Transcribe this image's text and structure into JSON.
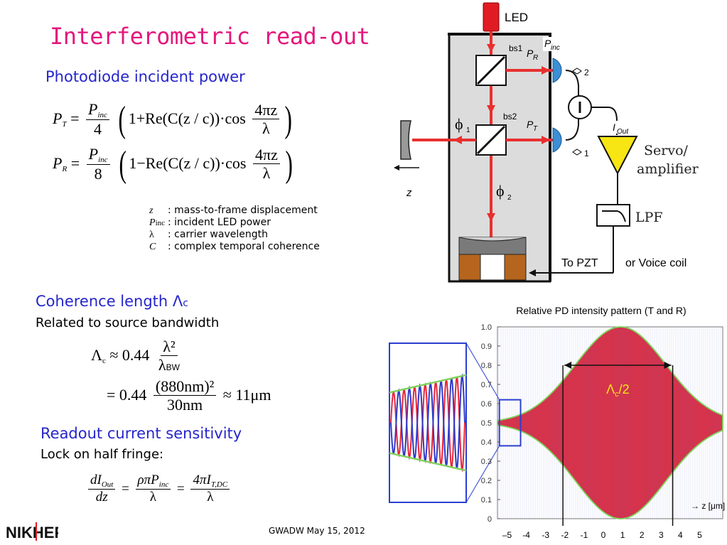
{
  "slide": {
    "title": "Interferometric read-out",
    "section1": "Photodiode incident power",
    "section2_heading": "Coherence length Λ",
    "section2_heading_sub": "c",
    "section2_text": "Related to source bandwidth",
    "section3_heading": "Readout current sensitivity",
    "section3_text": "Lock on half fringe:",
    "footer": "GWADW May 15, 2012",
    "logo": "NIKHEF"
  },
  "definitions": [
    {
      "symbol": "z",
      "text": ": mass-to-frame displacement"
    },
    {
      "symbol": "P",
      "sub": "inc",
      "text": ": incident LED power"
    },
    {
      "symbol": "λ",
      "text": ": carrier wavelength"
    },
    {
      "symbol": "C",
      "text": ": complex temporal coherence"
    }
  ],
  "equations": {
    "pt_lhs": "P",
    "pt_sub": "T",
    "pt_denom": "4",
    "pr_lhs": "P",
    "pr_sub": "R",
    "pr_denom": "8",
    "pinc": "P",
    "pinc_sub": "inc",
    "pt_inner": "1+Re(C(z / c))·cos",
    "pr_inner": "1−Re(C(z / c))·cos",
    "cos_num": "4πz",
    "cos_den": "λ",
    "lc_lhs": "Λ",
    "lc_lhs_sub": "c",
    "lc_coef": "≈ 0.44",
    "lc_num": "λ²",
    "lc_den": "λ",
    "lc_den_sub": "BW",
    "lc2_coef": "= 0.44",
    "lc2_num": "(880nm)²",
    "lc2_den": "30nm",
    "lc2_result": "≈ 11μm",
    "di_num": "dI",
    "di_num_sub": "Out",
    "di_den": "dz",
    "mid_num": "ρπP",
    "mid_num_sub": "inc",
    "mid_den": "λ",
    "right_num": "4πI",
    "right_num_sub": "T,DC",
    "right_den": "λ"
  },
  "diagram": {
    "led": "LED",
    "bs1": "bs1",
    "bs2": "bs2",
    "p_inc": "P",
    "p_inc_sub": "inc",
    "p_r": "P",
    "p_r_sub": "R",
    "p_t": "P",
    "p_t_sub": "T",
    "pd2": "2",
    "pd1": "1",
    "i_out": "I",
    "i_out_sub": "Out",
    "servo": "Servo/",
    "amplifier": "amplifier",
    "lpf": "LPF",
    "phi1": "ϕ",
    "phi1_sub": "1",
    "phi2": "ϕ",
    "phi2_sub": "2",
    "z": "z",
    "to_pzt": "To PZT",
    "or_voice": "or Voice coil",
    "colors": {
      "laser": "#e8302f",
      "led": "#e01b24",
      "pd": "#3b8fd4",
      "servo": "#f7e514",
      "frame": "#d9d9d9",
      "pzt": "#b5651d"
    }
  },
  "chart_data": {
    "type": "area",
    "title": "Relative PD intensity pattern (T and R)",
    "xlabel": "z [μm]",
    "xlim": [
      -5.5,
      6.2
    ],
    "ylim": [
      0,
      1.0
    ],
    "x_ticks": [
      "–5",
      "-4",
      "-3",
      "-2",
      "-1",
      "0",
      "1",
      "2",
      "3",
      "4",
      "5"
    ],
    "x_tick_values": [
      -5,
      -4,
      -3,
      -2,
      -1,
      0,
      1,
      2,
      3,
      4,
      5
    ],
    "y_ticks": [
      "0",
      "0.1",
      "0.2",
      "0.3",
      "0.4",
      "0.5",
      "0.6",
      "0.7",
      "0.8",
      "0.9",
      "1.0"
    ],
    "y_tick_values": [
      0,
      0.1,
      0.2,
      0.3,
      0.4,
      0.5,
      0.6,
      0.7,
      0.8,
      0.9,
      1.0
    ],
    "envelope_center": 0.9,
    "envelope_amplitude": 0.5,
    "envelope_width": 2.35,
    "coherence_marker_x": [
      -2.1,
      3.6
    ],
    "coherence_marker_y": 0.8,
    "annotation": "Λ",
    "annotation_sub": "c",
    "annotation_suffix": "/2",
    "colors": {
      "fill": "#d8344a",
      "envelope": "#7fd25a",
      "fringe_a": "#e8253a",
      "fringe_b": "#2f39c9",
      "zoom_box": "#2a3fd0"
    }
  }
}
